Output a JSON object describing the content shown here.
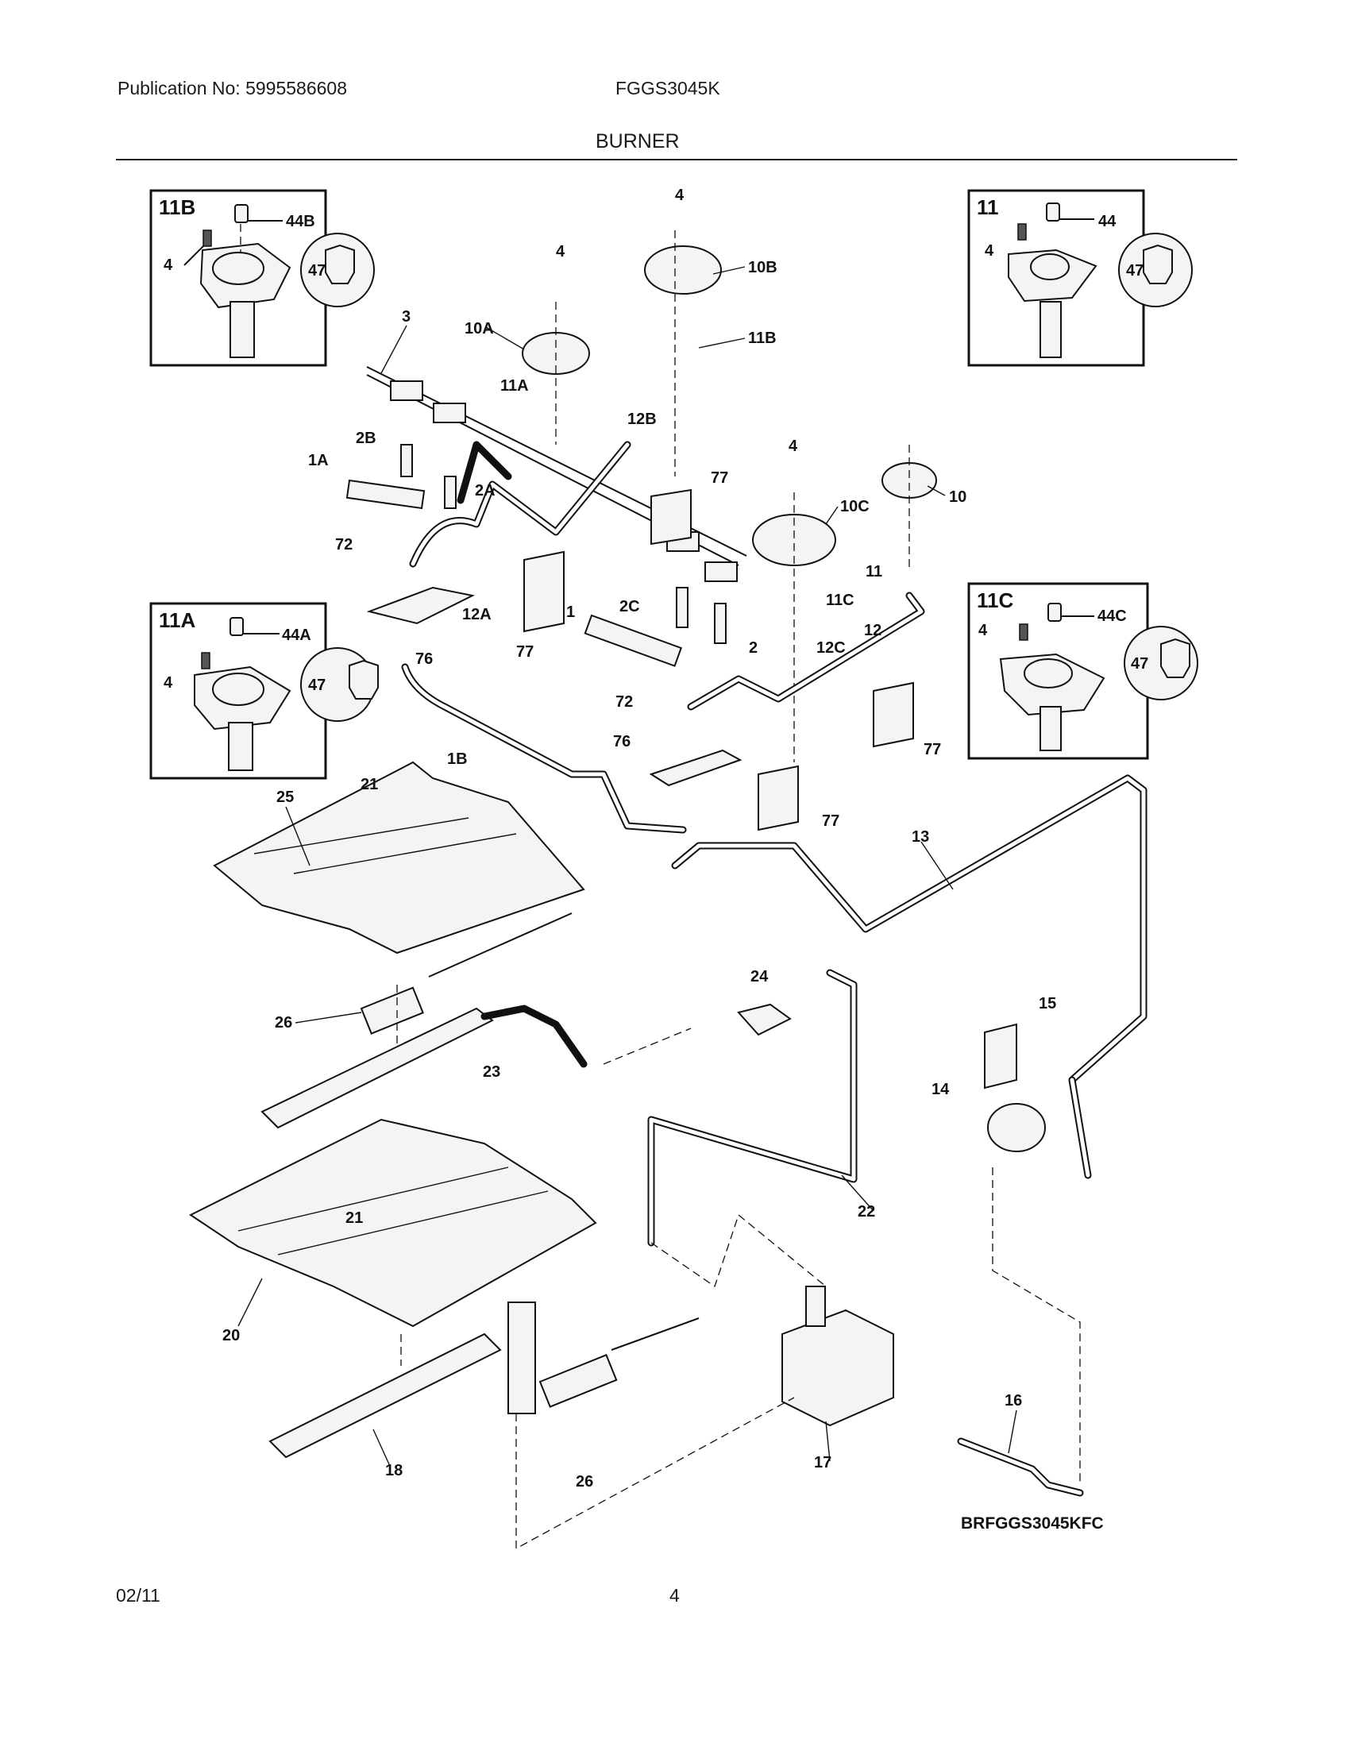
{
  "header": {
    "publication": "Publication No: 5995586608",
    "model": "FGGS3045K",
    "section_title": "BURNER"
  },
  "footer": {
    "date": "02/11",
    "page_number": "4"
  },
  "diagram": {
    "code": "BRFGGS3045KFC",
    "insets": [
      {
        "title": "11B",
        "labels": [
          "44B",
          "4",
          "47"
        ]
      },
      {
        "title": "11",
        "labels": [
          "44",
          "4",
          "47"
        ]
      },
      {
        "title": "11A",
        "labels": [
          "44A",
          "4",
          "47"
        ]
      },
      {
        "title": "11C",
        "labels": [
          "44C",
          "4",
          "47"
        ]
      }
    ],
    "callouts": [
      "4",
      "10B",
      "11B",
      "4",
      "10A",
      "11A",
      "3",
      "12B",
      "77",
      "2B",
      "1A",
      "2A",
      "72",
      "12A",
      "76",
      "4",
      "10",
      "10C",
      "11",
      "11C",
      "77",
      "1",
      "2C",
      "2",
      "12C",
      "12",
      "72",
      "76",
      "77",
      "77",
      "1B",
      "21",
      "25",
      "13",
      "24",
      "26",
      "23",
      "15",
      "14",
      "21",
      "22",
      "20",
      "18",
      "26",
      "17",
      "16"
    ]
  }
}
